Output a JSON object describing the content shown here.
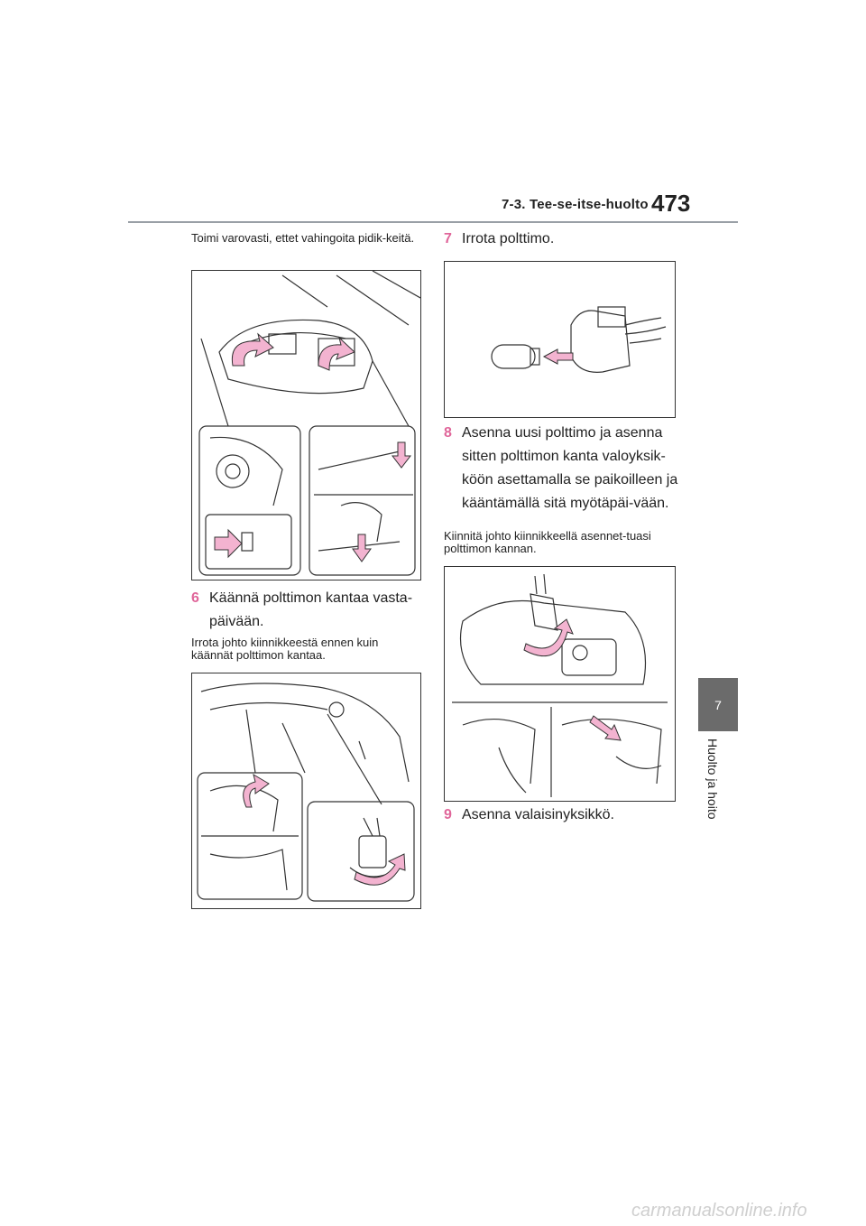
{
  "header": {
    "section_title": "7-3. Tee-se-itse-huolto",
    "page_number": "473"
  },
  "side_tab": {
    "chapter_number": "7",
    "chapter_label": "Huolto ja hoito"
  },
  "left_column": {
    "note_top": "Toimi varovasti, ettet vahingoita pidik-keitä.",
    "step6": {
      "number": "6",
      "text": "Käännä polttimon kantaa vasta-päivään."
    },
    "note_step6": "Irrota johto kiinnikkeestä ennen kuin käännät polttimon kantaa."
  },
  "right_column": {
    "step7": {
      "number": "7",
      "text": "Irrota polttimo."
    },
    "step8": {
      "number": "8",
      "text": "Asenna uusi polttimo ja asenna sitten polttimon kanta valoyksik-köön asettamalla se paikoilleen ja kääntämällä sitä myötäpäi-vään."
    },
    "note_step8": "Kiinnitä johto kiinnikkeellä asennet-tuasi polttimon kannan.",
    "step9": {
      "number": "9",
      "text": "Asenna valaisinyksikkö."
    }
  },
  "watermark": "carmanualsonline.info",
  "colors": {
    "accent": "#e0669a",
    "arrow_fill": "#f3b3d0",
    "tab": "#6b6b6b"
  }
}
